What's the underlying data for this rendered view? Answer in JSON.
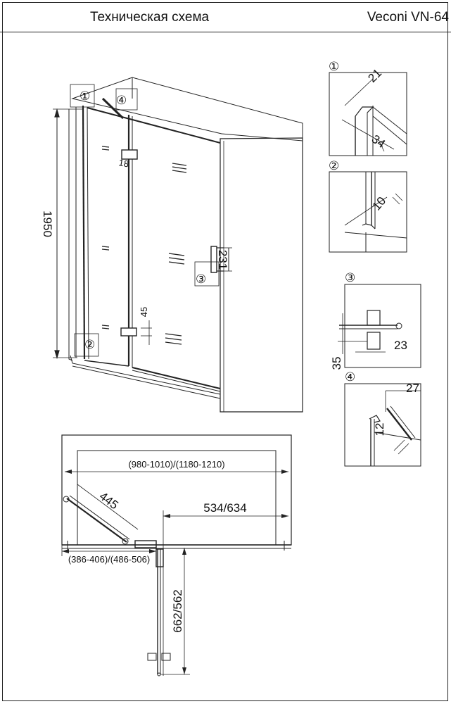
{
  "header": {
    "title": "Техническая схема",
    "model": "Veconi VN-64"
  },
  "front_view": {
    "height_label": "1950",
    "handle_label": "18",
    "bar_label": "231",
    "hinge_offset_label": "45",
    "callouts": [
      "①",
      "②",
      "③",
      "④"
    ]
  },
  "details": {
    "d1": {
      "marker": "①",
      "dim_a": "21",
      "dim_b": "34"
    },
    "d2": {
      "marker": "②",
      "dim": "10"
    },
    "d3": {
      "marker": "③",
      "dim_a": "35",
      "dim_b": "23"
    },
    "d4": {
      "marker": "④",
      "dim_a": "27",
      "dim_b": "12"
    }
  },
  "plan_view": {
    "total_width": "(980-1010)/(1180-1210)",
    "diagonal": "445",
    "fixed_panel": "534/634",
    "left_offset": "(386-406)/(486-506)",
    "swing_depth": "662/562"
  }
}
